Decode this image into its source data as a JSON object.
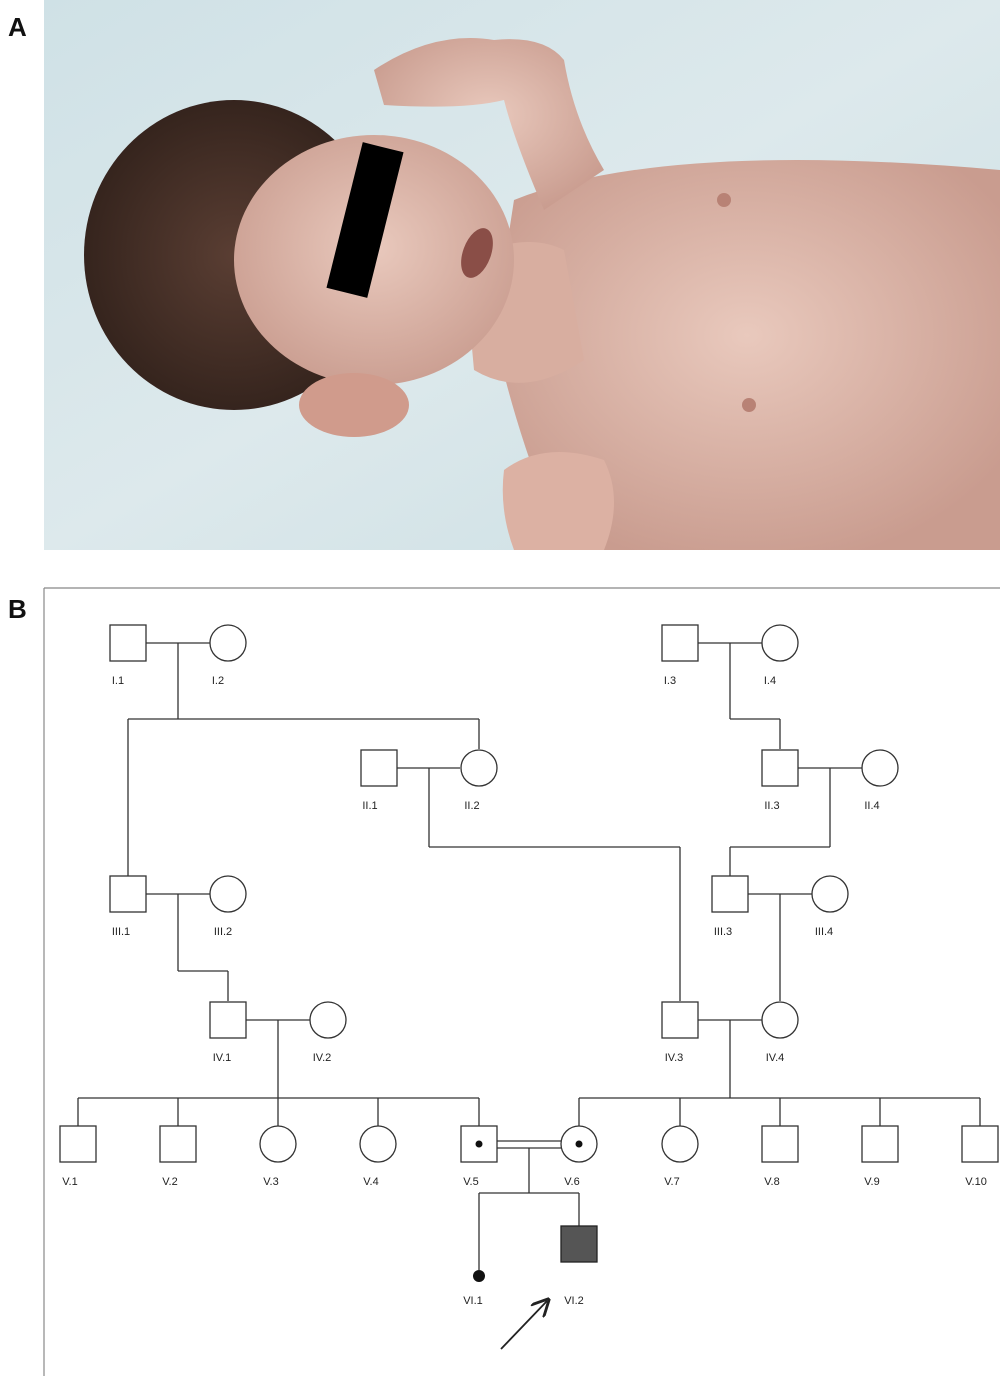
{
  "panels": {
    "a_label": "A",
    "b_label": "B"
  },
  "pedigree": {
    "individuals": {
      "I.1": "I.1",
      "I.2": "I.2",
      "I.3": "I.3",
      "I.4": "I.4",
      "II.1": "II.1",
      "II.2": "II.2",
      "II.3": "II.3",
      "II.4": "II.4",
      "III.1": "III.1",
      "III.2": "III.2",
      "III.3": "III.3",
      "III.4": "III.4",
      "IV.1": "IV.1",
      "IV.2": "IV.2",
      "IV.3": "IV.3",
      "IV.4": "IV.4",
      "V.1": "V.1",
      "V.2": "V.2",
      "V.3": "V.3",
      "V.4": "V.4",
      "V.5": "V.5",
      "V.6": "V.6",
      "V.7": "V.7",
      "V.8": "V.8",
      "V.9": "V.9",
      "V.10": "V.10",
      "VI.1": "VI.1",
      "VI.2": "VI.2"
    },
    "affected_color": "#555555",
    "carriers": [
      "V.5",
      "V.6"
    ],
    "proband": "VI.2"
  }
}
